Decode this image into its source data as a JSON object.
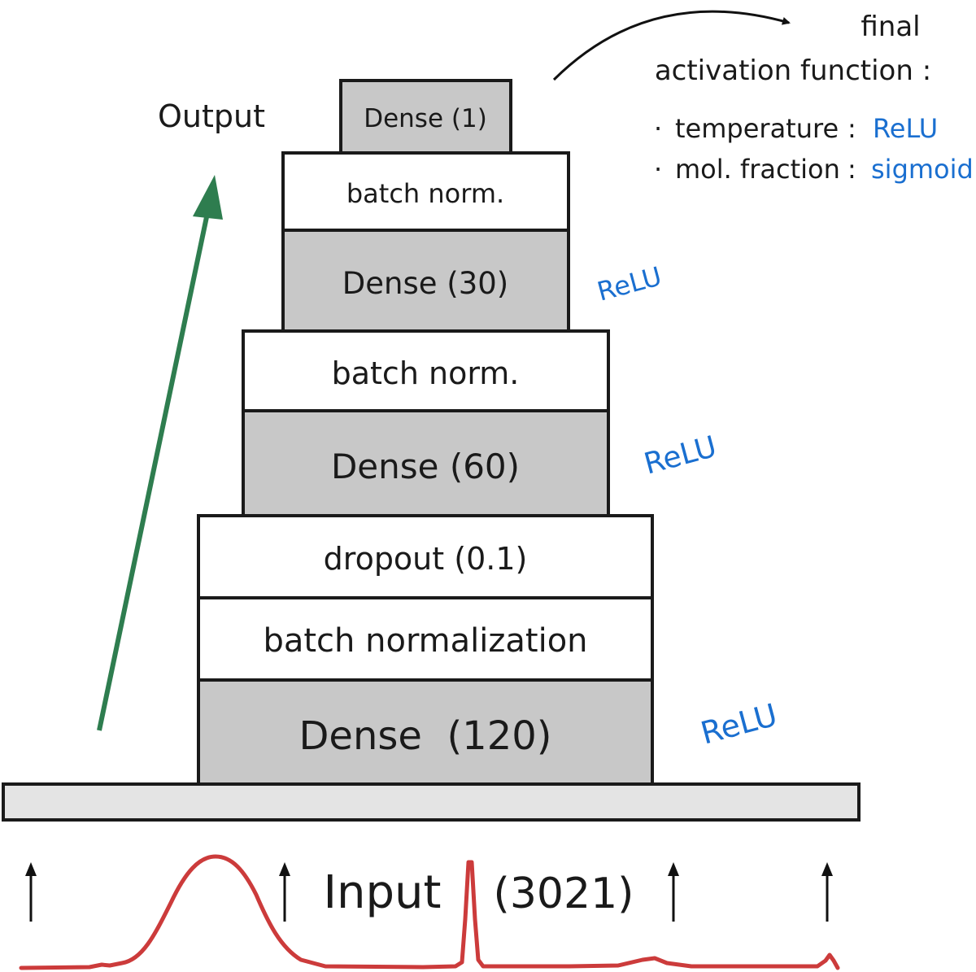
{
  "layers": {
    "dense_1": "Dense (1)",
    "batch_norm_2": "batch norm.",
    "dense_30": "Dense (30)",
    "batch_norm_1": "batch norm.",
    "dense_60": "Dense (60)",
    "dropout": "dropout (0.1)",
    "batch_normalization": "batch normalization",
    "dense_120": "Dense  (120)"
  },
  "activations": {
    "relu_1": "ReLU",
    "relu_2": "ReLU",
    "relu_3": "ReLU"
  },
  "output_label": "Output",
  "input": {
    "label": "Input",
    "count": "(3021)"
  },
  "final_activation": {
    "title_line1": "final",
    "title_line2": "activation function :",
    "items": [
      {
        "name": "temperature",
        "activation": "ReLU"
      },
      {
        "name": "mol. fraction",
        "activation": "sigmoid"
      }
    ]
  },
  "colors": {
    "dense_fill": "#c8c8c8",
    "norm_fill": "#ffffff",
    "base_fill": "#e4e4e4",
    "activation_text": "#1a6fd0",
    "output_arrow": "#2e7d4f",
    "spectrum_line": "#cc3b3b"
  }
}
